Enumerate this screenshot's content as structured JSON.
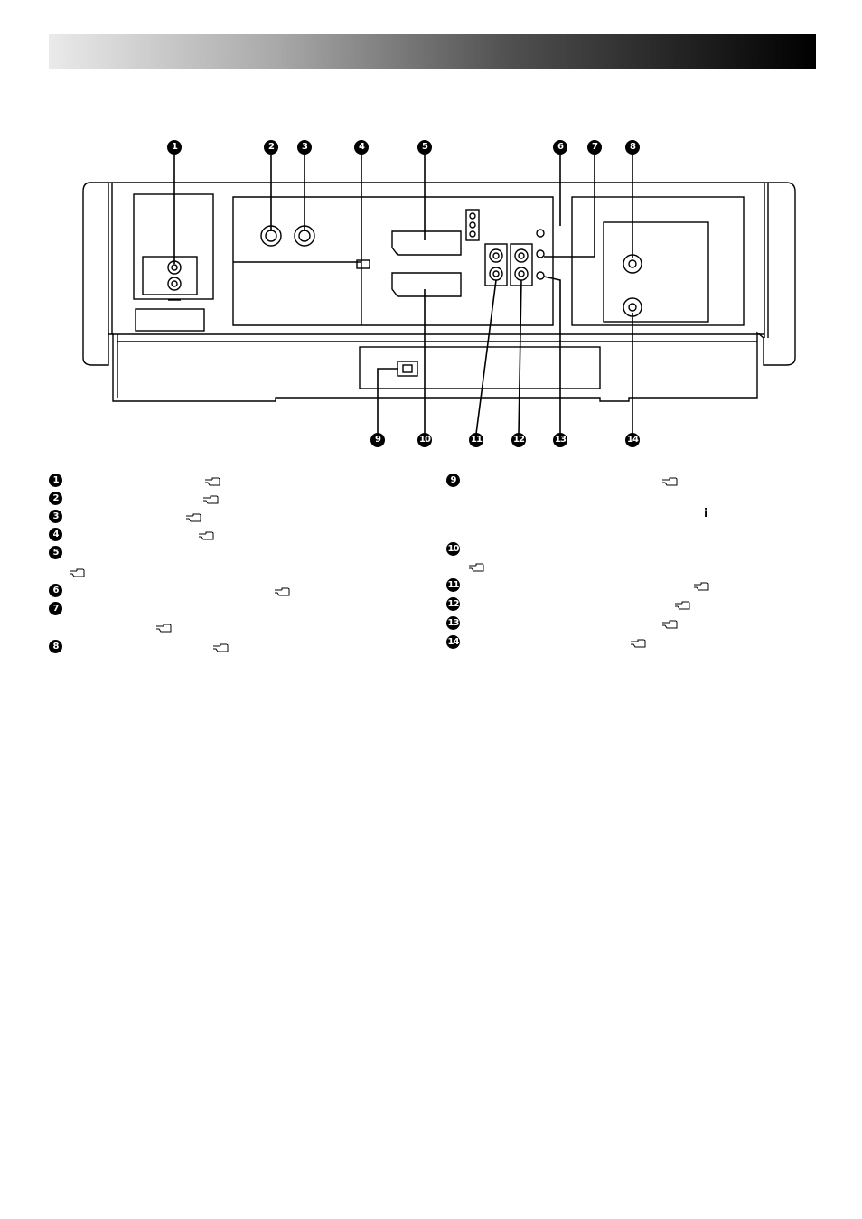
{
  "callouts": [
    "1",
    "2",
    "3",
    "4",
    "5",
    "6",
    "7",
    "8",
    "9",
    "10",
    "11",
    "12",
    "13",
    "14"
  ],
  "legend": {
    "left": [
      {
        "num": "1"
      },
      {
        "num": "2"
      },
      {
        "num": "3"
      },
      {
        "num": "4"
      },
      {
        "num": "5"
      },
      {
        "num": "6"
      },
      {
        "num": "7"
      },
      {
        "num": "8"
      }
    ],
    "right": [
      {
        "num": "9"
      },
      {
        "num": "10"
      },
      {
        "num": "11"
      },
      {
        "num": "12"
      },
      {
        "num": "13"
      },
      {
        "num": "14"
      }
    ]
  },
  "icons": {
    "reference": "pointing-hand-icon",
    "mark": "i"
  },
  "colors": {
    "ink": "#000000",
    "paper": "#ffffff"
  }
}
